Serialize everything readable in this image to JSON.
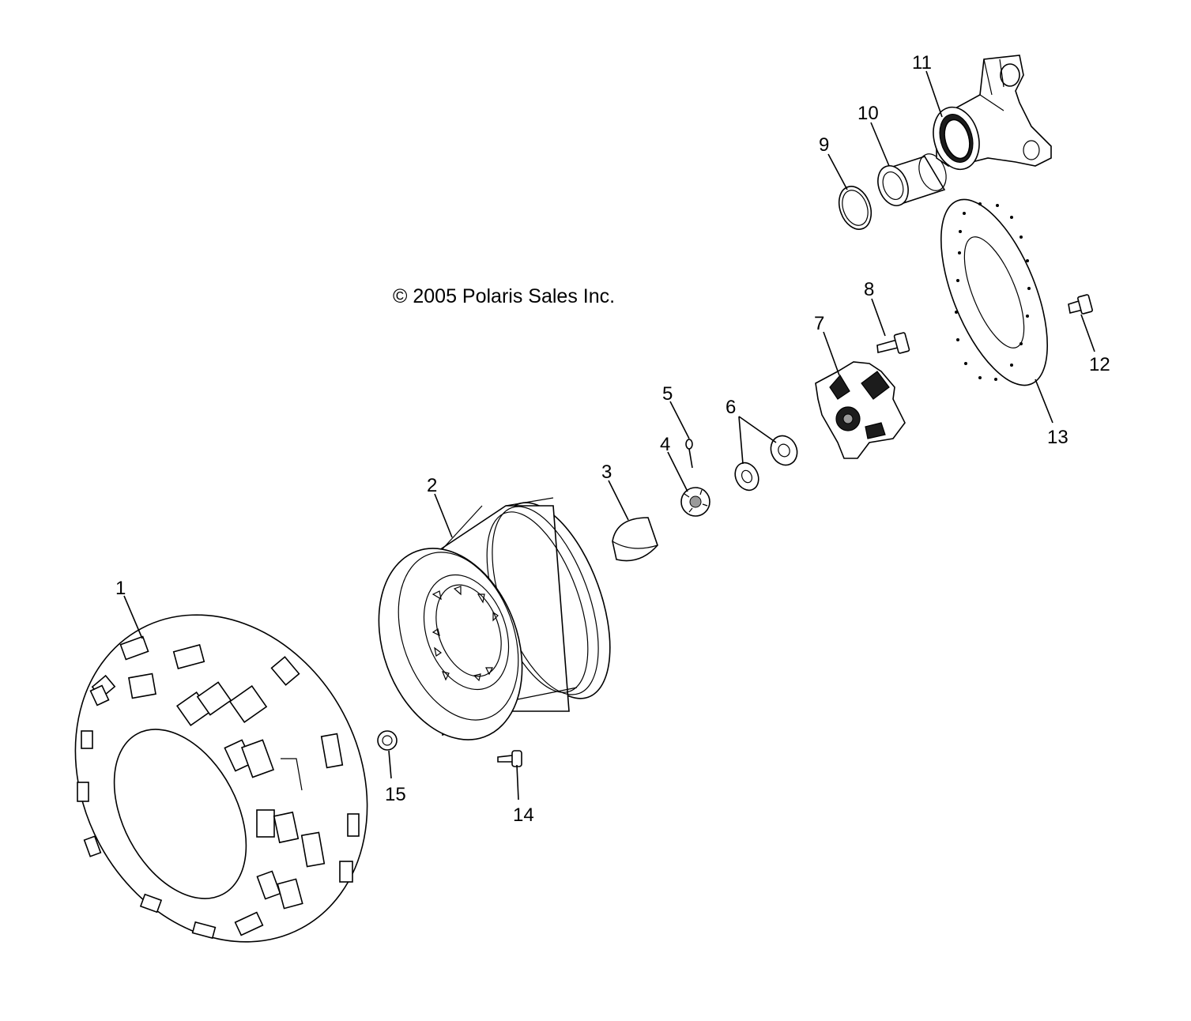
{
  "copyright": "© 2005 Polaris Sales Inc.",
  "callouts": {
    "c1": "1",
    "c2": "2",
    "c3": "3",
    "c4": "4",
    "c5": "5",
    "c6": "6",
    "c7": "7",
    "c8": "8",
    "c9": "9",
    "c10": "10",
    "c11": "11",
    "c12": "12",
    "c13": "13",
    "c14": "14",
    "c15": "15"
  }
}
